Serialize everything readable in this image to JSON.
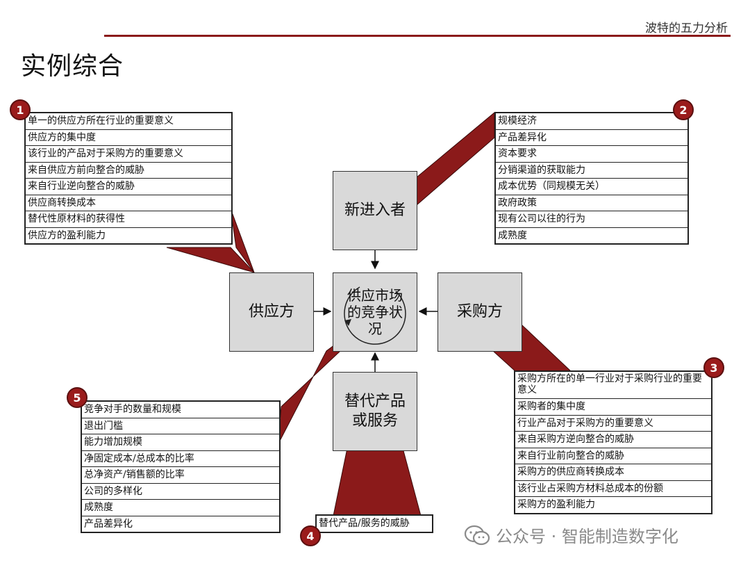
{
  "header": {
    "section_title": "波特的五力分析",
    "page_title": "实例综合"
  },
  "center": {
    "label": "供应市场的竞争状况"
  },
  "forces": {
    "new_entrants": "新进入者",
    "suppliers": "供应方",
    "buyers": "采购方",
    "substitutes": "替代产品或服务"
  },
  "lists": {
    "suppliers": {
      "badge": "1",
      "items": [
        "单一的供应方所在行业的重要意义",
        "供应方的集中度",
        "该行业的产品对于采购方的重要意义",
        "来自供应方前向整合的威胁",
        "来自行业逆向整合的威胁",
        "供应商转换成本",
        "替代性原材料的获得性",
        "供应方的盈利能力"
      ]
    },
    "new_entrants": {
      "badge": "2",
      "items": [
        "规模经济",
        "产品差异化",
        "资本要求",
        "分销渠道的获取能力",
        "成本优势（同规模无关）",
        "政府政策",
        "现有公司以往的行为",
        "成熟度"
      ]
    },
    "buyers": {
      "badge": "3",
      "items": [
        "采购方所在的单一行业对于采购行业的重要意义",
        "采购者的集中度",
        "行业产品对于采购方的重要意义",
        "来自采购方逆向整合的威胁",
        "来自行业前向整合的威胁",
        "采购方的供应商转换成本",
        "该行业占采购方材料总成本的份额",
        "采购方的盈利能力"
      ]
    },
    "substitutes": {
      "badge": "4",
      "items": [
        "替代产品/服务的威胁"
      ]
    },
    "rivalry": {
      "badge": "5",
      "items": [
        "竞争对手的数量和规模",
        "退出门槛",
        "能力增加规模",
        "净固定成本/总成本的比率",
        "总净资产/销售额的比率",
        "公司的多样化",
        "成熟度",
        "产品差异化"
      ]
    }
  },
  "watermark": {
    "text": "公众号 · 智能制造数字化"
  },
  "colors": {
    "accent": "#8b1a1a",
    "box_fill": "#d9d9d9",
    "badge": "#9a1b1b"
  }
}
